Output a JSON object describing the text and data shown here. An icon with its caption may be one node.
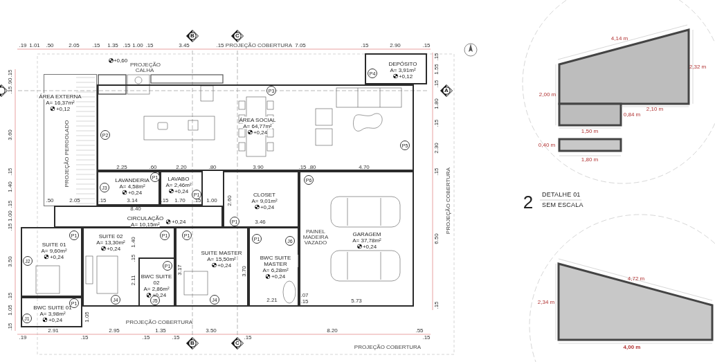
{
  "diagram": {
    "nodes": [
      {
        "text": [
          "B"
        ]
      },
      {
        "text": [
          "C"
        ]
      },
      {
        "text": [
          "DEPÓSITO",
          "A= 3,91m²",
          "+0,12"
        ]
      },
      {
        "text": [
          "P4"
        ],
        "in": 2
      },
      {
        "text": [],
        "shape": "diamond"
      },
      {
        "text": [
          "A"
        ]
      },
      {
        "text": [
          "ÁREA EXTERNA",
          "A= 16,37m²",
          "+0,12"
        ]
      },
      {
        "text": [
          "ÁREA SOCIAL",
          "A= 64,77m²",
          "+0,24"
        ]
      },
      {
        "text": [
          "P3"
        ],
        "in": 7
      },
      {
        "text": [
          "P2"
        ],
        "in": 7
      },
      {
        "text": [
          "P5"
        ],
        "in": 7
      },
      {
        "text": [
          "LAVANDERIA",
          "A= 4,58m²",
          "+0,24"
        ]
      },
      {
        "text": [
          "J3"
        ],
        "in": 11
      },
      {
        "text": [
          "P1"
        ],
        "in": 11
      },
      {
        "text": [
          "LAVABO",
          "A= 2,46m²",
          "+0,24"
        ]
      },
      {
        "text": [
          "P1"
        ],
        "in": 14
      },
      {
        "text": [
          "CLOSET",
          "A= 9,01m²",
          "+0,24"
        ]
      },
      {
        "text": [
          "P1"
        ],
        "in": 16
      },
      {
        "text": [
          "GARAGEM",
          "A= 37,78m²",
          "+0,24"
        ]
      },
      {
        "text": [
          "P6"
        ],
        "in": 18
      },
      {
        "text": [
          "CIRCULAÇÃO",
          "A= 10,15m²",
          "+0,24"
        ]
      },
      {
        "text": [
          "SUITE 01",
          "A= 9,60m²",
          "+0,24"
        ]
      },
      {
        "text": [
          "J2"
        ],
        "in": 21
      },
      {
        "text": [
          "P1"
        ],
        "in": 21
      },
      {
        "text": [
          "SUITE 02",
          "A= 13,30m²",
          "+0,24"
        ]
      },
      {
        "text": [
          "P1"
        ],
        "in": 24
      },
      {
        "text": [
          "J4"
        ],
        "in": 24
      },
      {
        "text": [
          "BWC SUITE 02",
          "A= 2,86m²",
          "+0,24"
        ],
        "in": 24
      },
      {
        "text": [
          "P1"
        ],
        "in": 27
      },
      {
        "text": [
          "J5"
        ],
        "in": 27
      },
      {
        "text": [
          "SUITE MASTER",
          "A= 15,50m²",
          "+0,24"
        ]
      },
      {
        "text": [
          "P1"
        ],
        "in": 30
      },
      {
        "text": [
          "J4"
        ],
        "in": 30
      },
      {
        "text": [
          "BWC SUITE MASTER",
          "A= 6,28m²",
          "+0,24"
        ]
      },
      {
        "text": [
          "P1"
        ],
        "in": 33
      },
      {
        "text": [
          "J6"
        ],
        "in": 33
      },
      {
        "text": [
          "BWC SUITE 01",
          "A= 3,98m²",
          "+0,24"
        ]
      },
      {
        "text": [
          "P1"
        ],
        "in": 36
      },
      {
        "text": [
          "J1"
        ],
        "in": 36
      },
      {
        "text": [
          "B"
        ]
      },
      {
        "text": [
          "C"
        ]
      }
    ],
    "labels": [
      ".19",
      "1.01",
      ".50",
      "2.05",
      ".15",
      "1.35",
      ".15",
      "1.00",
      ".15",
      "3.45",
      ".15",
      "PROJEÇÃO COBERTURA",
      "7.05",
      ".15",
      "2.90",
      ".15",
      "+0,60",
      "PROJEÇÃO CALHA",
      ".15",
      "1.55",
      ".15",
      "1.80",
      ".15",
      "2.30",
      ".15",
      ".15",
      ".90",
      ".15",
      "3.60",
      ".15",
      "1.40",
      ".15",
      "1.00",
      ".15",
      "3.50",
      ".15",
      "1.05",
      ".15",
      "PROJEÇÃO PERGOLADO",
      "2.25",
      ".60",
      "2.20",
      ".80",
      "3.90",
      ".15",
      ".80",
      "4.70",
      ".50",
      "2.05",
      ".15",
      "3.14",
      ".15",
      "1.70",
      ".15",
      "1.00",
      "8.40",
      "2.60",
      "3.46",
      "1.40",
      ".15",
      "2.11",
      "3.17",
      "3.70",
      "1.05",
      "PAINEL MADEIRA VAZADO",
      "2.21",
      ".07",
      ".15",
      "5.73",
      "6.50",
      ".15",
      "PROJEÇÃO COBERTURA",
      "PROJEÇÃO COBERTURA",
      "2.91",
      "2.95",
      "1.35",
      "3.50",
      "8.20",
      ".55",
      ".19",
      ".15",
      ".15",
      ".15",
      ".15",
      ".15",
      "PROJEÇÃO COBERTURA",
      "4,14 m",
      "2,32 m",
      "2,00 m",
      "0,84 m",
      "2,10 m",
      "1,50 m",
      "0,40 m",
      "1,80 m",
      "2",
      "DETALHE 01",
      "SEM ESCALA",
      "4,72 m",
      "2,34 m",
      "4,00 m"
    ]
  }
}
